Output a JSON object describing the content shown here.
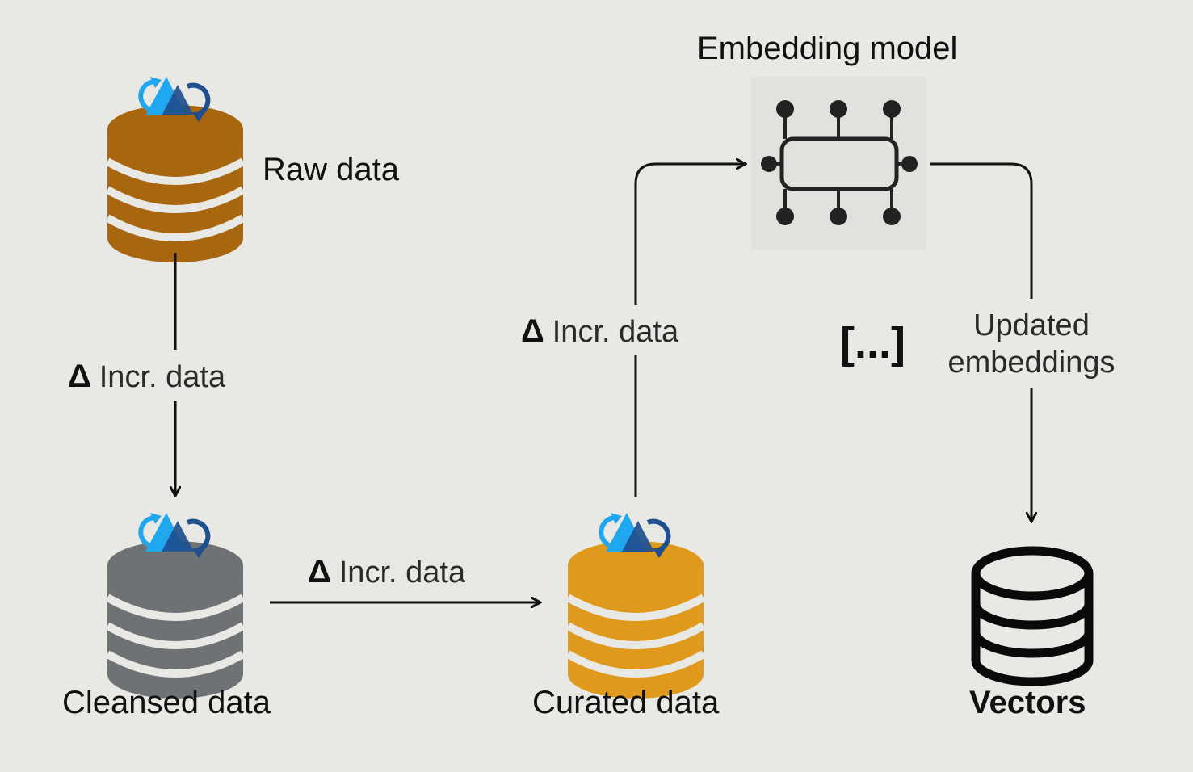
{
  "nodes": {
    "raw": {
      "label": "Raw data"
    },
    "cleansed": {
      "label": "Cleansed data"
    },
    "curated": {
      "label": "Curated data"
    },
    "embedding_model": {
      "label": "Embedding model"
    },
    "vectors": {
      "label": "Vectors"
    }
  },
  "edges": {
    "raw_to_cleansed": {
      "delta": "Δ",
      "label": "Incr. data"
    },
    "cleansed_to_curated": {
      "delta": "Δ",
      "label": "Incr. data"
    },
    "curated_to_model": {
      "delta": "Δ",
      "label": "Incr. data"
    },
    "model_to_vectors": {
      "label_line1": "Updated",
      "label_line2": "embeddings",
      "icon": "[...]"
    }
  },
  "colors": {
    "background": "#e8e8e4",
    "raw_db": "#a8660f",
    "cleansed_db": "#6f7275",
    "curated_db": "#df9a1e",
    "line": "#111111",
    "delta_light_blue": "#1fa8f0",
    "delta_dark_blue": "#1f4f8f"
  }
}
